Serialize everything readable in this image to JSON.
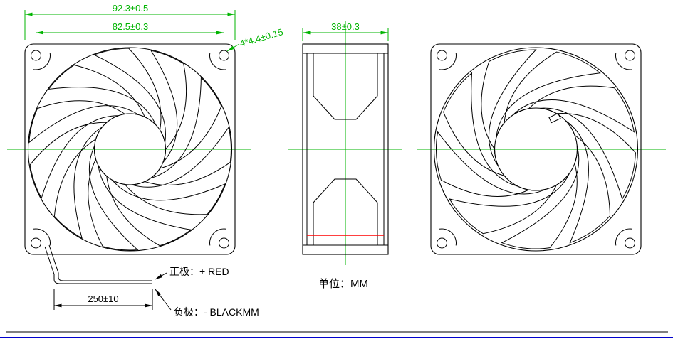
{
  "drawing": {
    "front_view": {
      "dim_outer_width": "92.3±0.5",
      "dim_hole_spacing": "82.5±0.3",
      "dim_mounting_holes": "4*4.4±0.15"
    },
    "side_view": {
      "dim_depth": "38±0.3"
    },
    "wiring": {
      "dim_wire_length": "250±10",
      "label_positive": "正极：+ RED",
      "label_negative": "负极：- BLACKMM"
    },
    "notes": {
      "unit_label": "单位：MM"
    },
    "colors": {
      "line": "#000000",
      "dimension": "#00b400",
      "highlight_red": "#ff0000",
      "border_blue": "#0000cd"
    }
  }
}
